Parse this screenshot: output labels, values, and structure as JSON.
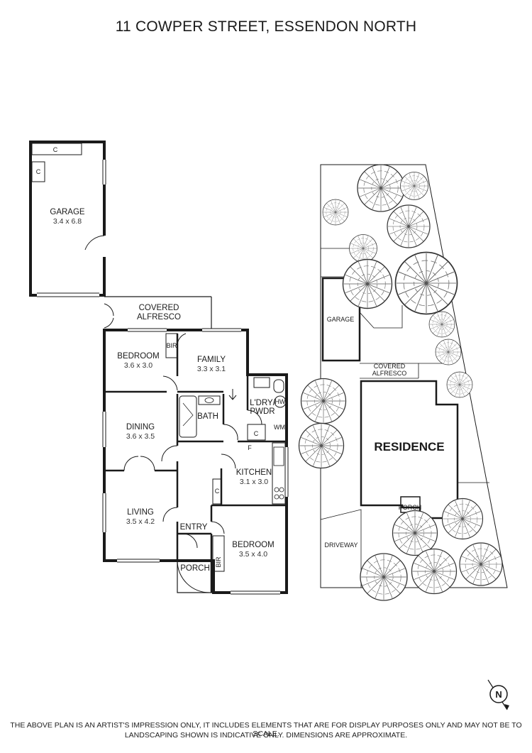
{
  "title": "11 COWPER STREET, ESSENDON NORTH",
  "rooms": {
    "garage": {
      "name": "GARAGE",
      "dim": "3.4 x 6.8"
    },
    "alfresco": {
      "line1": "COVERED",
      "line2": "ALFRESCO"
    },
    "bedroom1": {
      "name": "BEDROOM",
      "dim": "3.6 x 3.0"
    },
    "family": {
      "name": "FAMILY",
      "dim": "3.3 x 3.1"
    },
    "laundry": {
      "line1": "L'DRY/",
      "line2": "PWDR"
    },
    "bath": {
      "name": "BATH"
    },
    "dining": {
      "name": "DINING",
      "dim": "3.6 x 3.5"
    },
    "kitchen": {
      "name": "KITCHEN",
      "dim": "3.1 x 3.0"
    },
    "living": {
      "name": "LIVING",
      "dim": "3.5 x 4.2"
    },
    "entry": {
      "name": "ENTRY"
    },
    "porch": {
      "name": "PORCH"
    },
    "bedroom2": {
      "name": "BEDROOM",
      "dim": "3.5 x 4.0"
    }
  },
  "fixtures": {
    "cupboard": "C",
    "bir": "BIR",
    "hot_water": "HW",
    "washing_machine": "WM",
    "fridge": "F"
  },
  "site": {
    "garage": "GARAGE",
    "alfresco_line1": "COVERED",
    "alfresco_line2": "ALFRESCO",
    "residence": "RESIDENCE",
    "porch": "PORCH",
    "driveway": "DRIVEWAY"
  },
  "compass": "N",
  "disclaimer": {
    "line1": "THE ABOVE PLAN IS AN ARTIST'S IMPRESSION ONLY, IT INCLUDES ELEMENTS THAT ARE FOR DISPLAY PURPOSES ONLY AND MAY NOT BE TO SCALE.",
    "line2": "LANDSCAPING SHOWN IS INDICATIVE ONLY. DIMENSIONS ARE APPROXIMATE."
  }
}
